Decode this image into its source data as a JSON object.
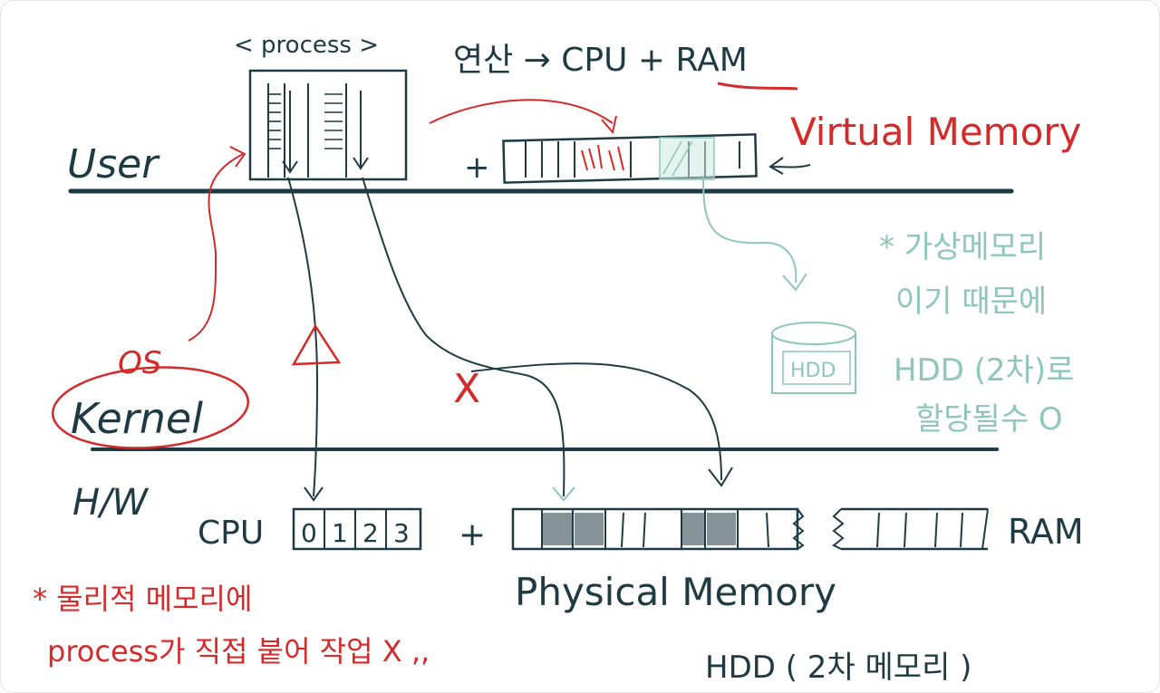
{
  "layers": {
    "user": "User",
    "kernel": "Kernel",
    "hw": "H/W"
  },
  "labels": {
    "process": "< process >",
    "compute": "연산 → CPU + RAM",
    "virtual_memory": "Virtual Memory",
    "os": "OS",
    "cpu": "CPU",
    "ram": "RAM",
    "physical_memory": "Physical Memory",
    "hdd_box": "HDD",
    "hdd_secondary": "HDD ( 2차 메모리 )",
    "plus": "+"
  },
  "cpu_cells": [
    "0",
    "1",
    "2",
    "3"
  ],
  "notes": {
    "teal_note": [
      "* 가상메모리",
      "이기 때문에",
      "HDD (2차)로",
      "할당될수 O"
    ],
    "red_note": [
      "* 물리적 메모리에",
      "process가 직접 붙어 작업 X ,,"
    ]
  },
  "marks": {
    "x_mark": "X",
    "triangle": "△"
  },
  "colors": {
    "ink": "#1e3a44",
    "red": "#d42a2a",
    "teal": "#8ec6b8"
  }
}
